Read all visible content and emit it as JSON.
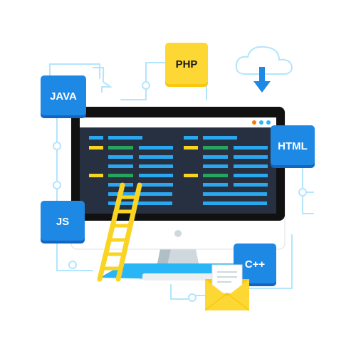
{
  "languages": {
    "java": "JAVA",
    "php": "PHP",
    "html": "HTML",
    "js": "JS",
    "cpp": "C++"
  },
  "colors": {
    "badge_blue": "#1E88E5",
    "badge_blue_dark": "#1565C0",
    "badge_yellow": "#FDD835",
    "screen": "#263040",
    "bezel": "#111111",
    "code_blue": "#29A8F0",
    "code_green": "#26A65B",
    "code_yellow": "#F9D423",
    "line_light_blue": "#B3E5FC",
    "window_dot_orange": "#F57C00",
    "window_dot_blue": "#29B6F6"
  },
  "icons": {
    "cloud": "cloud-download-icon",
    "envelope": "envelope-icon",
    "ladder": "ladder-icon"
  }
}
